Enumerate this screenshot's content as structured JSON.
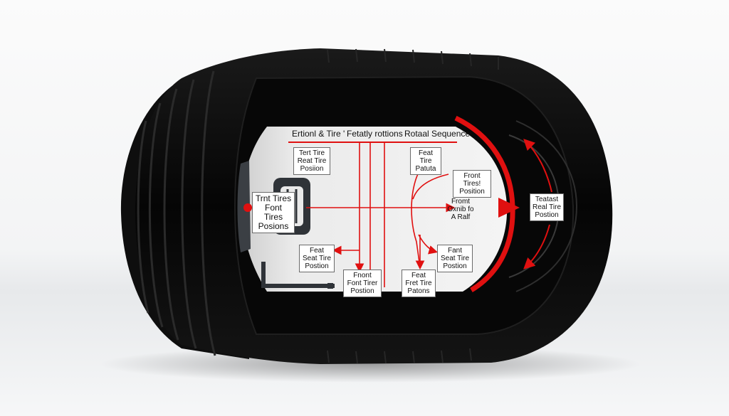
{
  "diagram": {
    "header": {
      "part1": "Ertionl & Tire '",
      "part2": "Fetatly rottions",
      "part3": "Rotaal Sequence"
    },
    "labels": {
      "left_top": "Tert Tire\nReat Tire\nPosiion",
      "left_main": "Trnt Tires\nFont Tires\nPosions",
      "top_center": "Feat Tire\nPatuta",
      "front_tires": "Front Tires!\nPosition",
      "center_text": "Fromt\nOxnib fo\nA Ralf",
      "lower_left": "Feat\nSeat Tire\nPostion",
      "bottom_center": "Fnont\nFont Tirer\nPostion",
      "bottom_right": "Feat\nFret Tire\nPatons",
      "right_mid": "Fant\nSeat Tire\nPostion",
      "far_right": "Teatast\nReal Tire\nPostion"
    },
    "colors": {
      "tire": "#0b0b0b",
      "accent": "#e01010",
      "panel": "#e6e6e6"
    }
  }
}
